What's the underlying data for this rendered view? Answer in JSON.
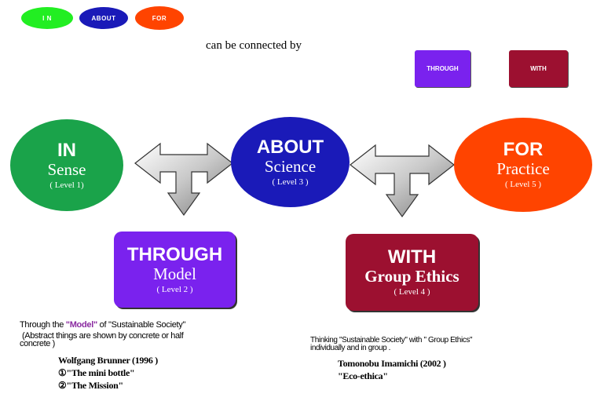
{
  "legend": {
    "in": "I N",
    "about": "ABOUT",
    "for": "FOR",
    "through": "THROUGH",
    "with": "WITH",
    "connector": "can be connected by"
  },
  "nodes": {
    "in": {
      "title": "IN",
      "subtitle": "Sense",
      "level": "( Level 1)"
    },
    "about": {
      "title": "ABOUT",
      "subtitle": "Science",
      "level": "( Level 3 )"
    },
    "for": {
      "title": "FOR",
      "subtitle": "Practice",
      "level": "( Level 5 )"
    },
    "through": {
      "title": "THROUGH",
      "subtitle": "Model",
      "level": "( Level 2 )"
    },
    "with": {
      "title": "WITH",
      "subtitle": "Group Ethics",
      "level": "( Level 4 )"
    }
  },
  "notes": {
    "through": {
      "pre": "Through the ",
      "highlight": "\"Model\"",
      "post": " of \"Sustainable Society\"",
      "line2": "(Abstract things are shown by concrete or half",
      "line3": "concrete )",
      "author": "Wolfgang Brunner (1996 )",
      "item1": "①\"The mini bottle\"",
      "item2": "②\"The Mission\""
    },
    "with": {
      "line1": "Thinking \"Sustainable Society\" with \" Group Ethics\"",
      "line2": "individually and in group .",
      "author": "Tomonobu Imamichi (2002 )",
      "item1": "\"Eco-ethica\""
    }
  },
  "colors": {
    "in": "#1aa34a",
    "in_legend": "#22ee22",
    "about": "#1a1ab8",
    "for": "#ff4400",
    "through": "#7a22ee",
    "with": "#9c1030",
    "highlight": "#8a2aa0"
  }
}
